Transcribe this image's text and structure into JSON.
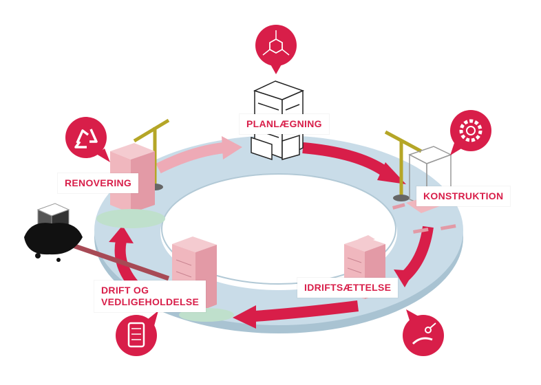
{
  "stages": {
    "planning": "PLANLÆGNING",
    "construction": "KONSTRUKTION",
    "commissioning": "IDRIFTSÆTTELSE",
    "operation_line1": "DRIFT OG",
    "operation_line2": "VEDLIGEHOLDELSE",
    "renovation": "RENOVERING"
  },
  "icons": {
    "planning": "cube-arrows-icon",
    "construction": "gear-icon",
    "commissioning": "hand-key-icon",
    "operation": "mobile-phone-icon",
    "renovation": "recycle-icon"
  },
  "colors": {
    "accent": "#d81e49",
    "ring": "#c8dde8",
    "building": "#f0b7be",
    "arrow_faded": "#eda9b4"
  }
}
